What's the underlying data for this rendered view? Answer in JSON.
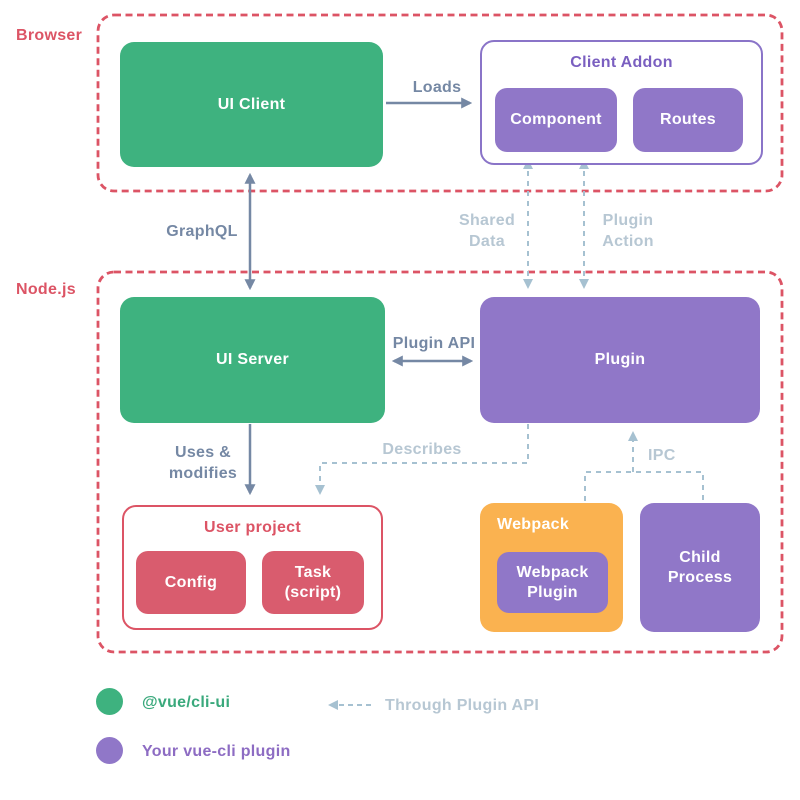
{
  "colors": {
    "background": "#ffffff",
    "section_red": "#dc5465",
    "box_green": "#3eb27f",
    "box_purple": "#9077c8",
    "addon_border_purple": "#8a74c8",
    "addon_title_purple": "#7a5fc0",
    "box_pink": "#d95c6e",
    "box_orange": "#fab250",
    "arrow_gray": "#7588a4",
    "arrow_light_blue": "#a6c1d1",
    "label_light_blue": "#b7c7d3",
    "legend_green_text": "#3aa97c",
    "legend_purple_text": "#8d6cc3",
    "box_text_white": "#ffffff"
  },
  "sections": {
    "browser": "Browser",
    "nodejs": "Node.js"
  },
  "boxes": {
    "ui_client": "UI Client",
    "client_addon_title": "Client Addon",
    "component": "Component",
    "routes": "Routes",
    "ui_server": "UI Server",
    "plugin": "Plugin",
    "user_project_title": "User project",
    "config": "Config",
    "task": "Task\n(script)",
    "webpack_title": "Webpack",
    "webpack_plugin": "Webpack\nPlugin",
    "child_process": "Child\nProcess"
  },
  "connections": {
    "loads": "Loads",
    "graphql": "GraphQL",
    "shared_data": "Shared\nData",
    "plugin_action": "Plugin\nAction",
    "plugin_api": "Plugin API",
    "uses_modifies": "Uses &\nmodifies",
    "describes": "Describes",
    "ipc": "IPC"
  },
  "legend": {
    "cli_ui_label": "@vue/cli-ui",
    "plugin_label": "Your vue-cli plugin",
    "through_api_label": "Through Plugin API"
  }
}
